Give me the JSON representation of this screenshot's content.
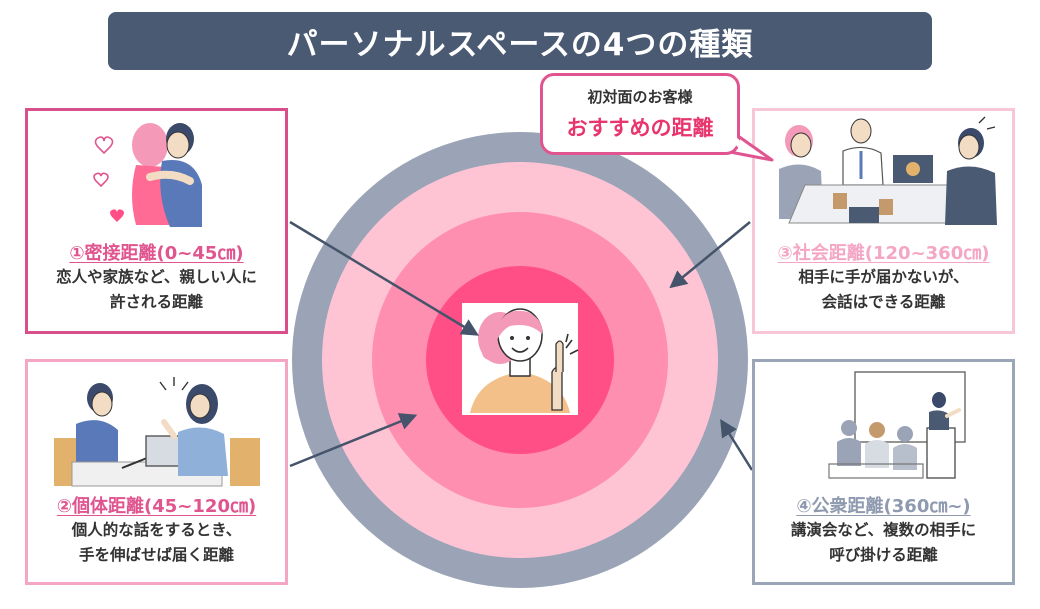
{
  "title": "パーソナルスペースの4つの種類",
  "callout": {
    "line1": "初対面のお客様",
    "line2": "おすすめの距離"
  },
  "zones": [
    {
      "id": "intimate",
      "heading": "①密接距離(0~45㎝)",
      "desc": [
        "恋人や家族など、親しい人に",
        "許される距離"
      ],
      "color": "#ff4f86",
      "border_color": "#d94f8a"
    },
    {
      "id": "personal",
      "heading": "②個体距離(45~120㎝)",
      "desc": [
        "個人的な話をするとき、",
        "手を伸ばせば届く距離"
      ],
      "color": "#ff8fb0",
      "border_color": "#f4a6c4"
    },
    {
      "id": "social",
      "heading": "③社会距離(120~360㎝)",
      "desc": [
        "相手に手が届かないが、",
        "会話はできる距離"
      ],
      "color": "#ffc4d4",
      "border_color": "#f8c7d6"
    },
    {
      "id": "public",
      "heading": "④公衆距離(360㎝~)",
      "desc": [
        "講演会など、複数の相手に",
        "呼び掛ける距離"
      ],
      "color": "#9aa4b6",
      "border_color": "#9aa5b8"
    }
  ],
  "colors": {
    "banner": "#4a5a72",
    "arrow": "#45546b",
    "accent": "#e8356d"
  },
  "icons": {
    "center": "woman-pointing-icon",
    "card1": "hugging-couple-icon",
    "card2": "two-person-meeting-icon",
    "card3": "office-meeting-icon",
    "card4": "lecture-audience-icon"
  }
}
